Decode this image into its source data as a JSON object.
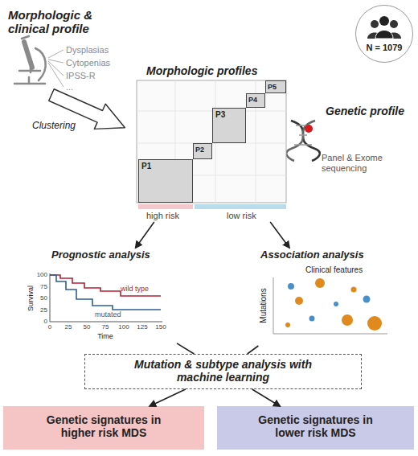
{
  "diagram": {
    "nodes": [
      {
        "text": [
          "Morphologic profiles"
        ]
      },
      {
        "text": [
          "P1"
        ],
        "in": 0
      },
      {
        "text": [
          "P2"
        ],
        "in": 0
      },
      {
        "text": [
          "P3"
        ],
        "in": 0
      },
      {
        "text": [
          "P4"
        ],
        "in": 0
      },
      {
        "text": [
          "P5"
        ],
        "in": 0
      },
      {
        "text": [
          "N = 1079"
        ]
      },
      {
        "text": [
          "Prognostic analysis"
        ]
      },
      {
        "text": [
          "Association analysis"
        ]
      },
      {
        "text": [
          "Mutation & subtype analysis with machine learning"
        ]
      },
      {
        "text": [
          "Genetic signatures in higher risk MDS"
        ]
      },
      {
        "text": [
          "Genetic signatures in lower risk MDS"
        ]
      }
    ],
    "edges": [
      {
        "from": 0,
        "to": 7,
        "arrow": "to"
      },
      {
        "from": 0,
        "to": 8,
        "arrow": "to"
      },
      {
        "from": 7,
        "to": 9,
        "arrow": "none"
      },
      {
        "from": 8,
        "to": 9,
        "arrow": "none"
      },
      {
        "from": 9,
        "to": 10,
        "arrow": "to"
      },
      {
        "from": 9,
        "to": 11,
        "arrow": "to"
      }
    ],
    "labels": [
      "Morphologic & clinical profile",
      "Dysplasias",
      "Cytopenias",
      "IPSS-R",
      "...",
      "Clustering",
      "high risk",
      "low risk",
      "Genetic profile",
      "Panel & Exome sequencing",
      "Survival",
      "Time",
      "100",
      "75",
      "50",
      "25",
      "0",
      "0",
      "25",
      "50",
      "75",
      "100",
      "125",
      "150",
      "wild type",
      "mutated",
      "Clinical features",
      "Mutations"
    ]
  }
}
